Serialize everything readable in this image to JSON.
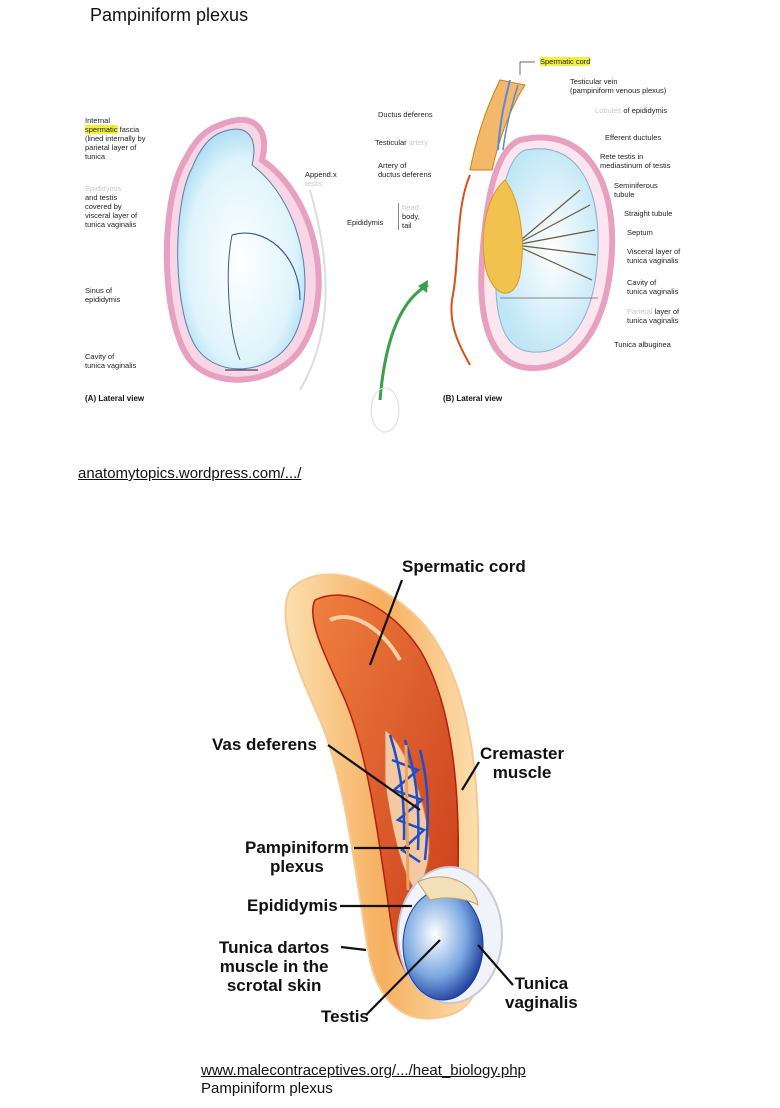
{
  "page": {
    "title": "Pampiniform plexus"
  },
  "diagram_a": {
    "labels": {
      "fascia_l1": "Internal",
      "fascia_hl": "spermatic",
      "fascia_l2": "fascia",
      "fascia_l3": "(lined internally by",
      "fascia_l4": "parietal layer of",
      "fascia_l5": "tunica",
      "testis_l0": "Epididymis",
      "testis_l1": "and testis",
      "testis_l2": "covered by",
      "testis_l3": "visceral layer of",
      "testis_l4": "tunica vaginalis",
      "sinus_l1": "Sinus of",
      "sinus_l2": "epididymis",
      "cavity_l1": "Cavity of",
      "cavity_l2": "tunica vaginalis",
      "append_l1": "Append.x",
      "append_l2": "testis"
    },
    "caption": "(A) Lateral view"
  },
  "diagram_b": {
    "labels": {
      "cord": "Spermatic cord",
      "vein_l1": "Testicular vein",
      "vein_l2": "(pampiniform venous plexus)",
      "lobules_faint": "Lobules",
      "lobules": "of epididymis",
      "efferent": "Efferent ductules",
      "rete_l1": "Rete testis in",
      "rete_l2": "mediastinum of testis",
      "semi_l1": "Seminiferous",
      "semi_l2": "tubule",
      "straight": "Straight tubule",
      "septum": "Septum",
      "visceral_l1": "Visceral layer of",
      "visceral_l2": "tunica vaginalis",
      "cavity_l1": "Cavity of",
      "cavity_l2": "tunica vaginalis",
      "parietal_faint": "Parietal",
      "parietal_l1": "layer of",
      "parietal_l2": "tunica vaginalis",
      "albuginea": "Tunica albuginea",
      "ductus": "Ductus deferens",
      "testicular_artery": "Testicular",
      "testicular_artery_faint": "artery",
      "artery_l1": "Artery of",
      "artery_l2": "ductus deferens",
      "epididymis": "Epididymis",
      "head": "head",
      "body": "body,",
      "tail": "tail"
    },
    "caption": "(B) Lateral view"
  },
  "source_1": "anatomytopics.wordpress.com/.../",
  "diagram_c": {
    "labels": {
      "cord": "Spermatic cord",
      "vas": "Vas deferens",
      "cremaster_l1": "Cremaster",
      "cremaster_l2": "muscle",
      "pamp_l1": "Pampiniform",
      "pamp_l2": "plexus",
      "epididymis": "Epididymis",
      "dartos_l1": "Tunica dartos",
      "dartos_l2": "muscle in the",
      "dartos_l3": "scrotal skin",
      "testis": "Testis",
      "vag_l1": "Tunica",
      "vag_l2": "vaginalis"
    }
  },
  "source_2": "www.malecontraceptives.org/.../heat_biology.php",
  "source_2_caption": "Pampiniform plexus",
  "colors": {
    "pink": "#e8a0c0",
    "light_blue": "#c8ecf8",
    "orange": "#e4622a",
    "vein_blue": "#2a5ad0",
    "yellow": "#f0c850"
  }
}
